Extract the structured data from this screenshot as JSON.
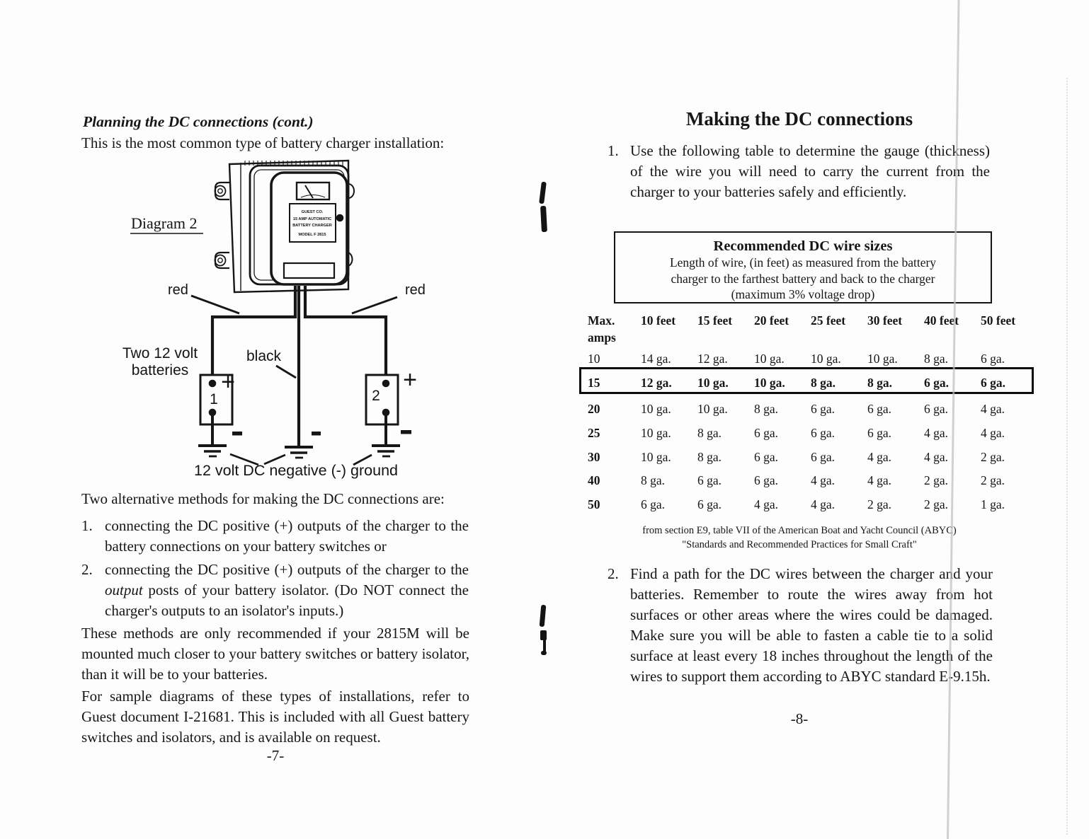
{
  "left_page": {
    "heading": "Planning the DC connections (cont.)",
    "intro": "This is the most common type of battery charger installation:",
    "diagram": {
      "label": "Diagram 2",
      "charger_label": [
        "GUEST CO.",
        "15 AMP AUTOMATIC",
        "BATTERY CHARGER",
        "MODEL F 2815"
      ],
      "red_left": "red",
      "red_right": "red",
      "black_label": "black",
      "batteries_line1": "Two 12 volt",
      "batteries_line2": "batteries",
      "battery1": "1",
      "battery2": "2",
      "plus": "+",
      "ground_label": "12 volt DC negative (-) ground"
    },
    "alt_intro": "Two alternative methods for making the DC connections are:",
    "list": [
      {
        "num": "1.",
        "text": "connecting the DC positive (+) outputs of the charger to the battery connections on your battery switches or"
      },
      {
        "num": "2.",
        "pre": "connecting the DC positive (+) outputs of the charger to the ",
        "italic": "output",
        "post": " posts of your battery isolator.  (Do NOT connect the charger's outputs to an isolator's inputs.)"
      }
    ],
    "para1": "These methods are only recommended if your 2815M will be mounted much closer to your battery switches or battery isolator, than it will be to your batteries.",
    "para2": "For sample diagrams of these types of installations, refer to Guest document I-21681.  This is included with all Guest battery switches and isolators, and is available on request.",
    "page_number": "-7-"
  },
  "right_page": {
    "title": "Making the DC connections",
    "item1_num": "1.",
    "item1_text": "Use the following table to determine the gauge (thickness) of the wire you will need to carry the current from the charger to your batteries safely and efficiently.",
    "wirebox": {
      "title": "Recommended DC wire sizes",
      "sub1": "Length of wire, (in feet) as measured from the battery",
      "sub2": "charger to the farthest battery and back to the charger",
      "sub3": "(maximum 3% voltage drop)"
    },
    "table": {
      "col1_line1": "Max.",
      "col1_line2": "amps",
      "distance_headers": [
        "10 feet",
        "15 feet",
        "20 feet",
        "25 feet",
        "30 feet",
        "40 feet",
        "50 feet"
      ],
      "rows": [
        {
          "amps": "10",
          "values": [
            "14 ga.",
            "12 ga.",
            "10 ga.",
            "10 ga.",
            "10 ga.",
            "8 ga.",
            "6 ga."
          ]
        },
        {
          "amps": "15",
          "values": [
            "12 ga.",
            "10 ga.",
            "10 ga.",
            "8 ga.",
            "8 ga.",
            "6 ga.",
            "6 ga."
          ]
        },
        {
          "amps": "20",
          "values": [
            "10 ga.",
            "10 ga.",
            "8 ga.",
            "6 ga.",
            "6 ga.",
            "6 ga.",
            "4 ga."
          ]
        },
        {
          "amps": "25",
          "values": [
            "10 ga.",
            "8 ga.",
            "6 ga.",
            "6 ga.",
            "6 ga.",
            "4 ga.",
            "4 ga."
          ]
        },
        {
          "amps": "30",
          "values": [
            "10 ga.",
            "8 ga.",
            "6 ga.",
            "6 ga.",
            "4 ga.",
            "4 ga.",
            "2 ga."
          ]
        },
        {
          "amps": "40",
          "values": [
            "8 ga.",
            "6 ga.",
            "6 ga.",
            "4 ga.",
            "4 ga.",
            "2 ga.",
            "2 ga."
          ]
        },
        {
          "amps": "50",
          "values": [
            "6 ga.",
            "6 ga.",
            "4 ga.",
            "4 ga.",
            "2 ga.",
            "2 ga.",
            "1 ga."
          ]
        }
      ],
      "highlighted_row": "15"
    },
    "footnote1": "from section E9, table VII of the American Boat and Yacht Council (ABYC)",
    "footnote2": "\"Standards and Recommended Practices for Small Craft\"",
    "item2_num": "2.",
    "item2_text": "Find a path for the DC wires between the charger and your batteries.  Remember to route the wires away from hot surfaces or other areas where the wires could be damaged.  Make sure you will be able to fasten a cable tie to a solid surface at least every 18 inches throughout the length of the wires to support them according to ABYC standard E-9.15h.",
    "page_number": "-8-"
  }
}
